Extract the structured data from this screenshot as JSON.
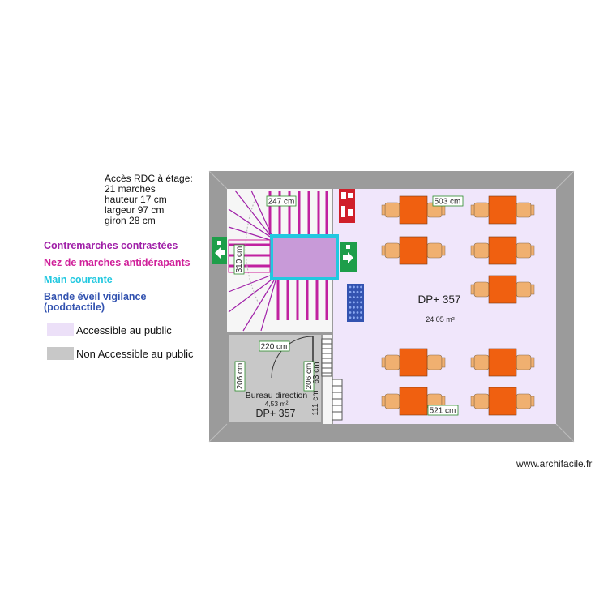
{
  "info": {
    "title": "Accès RDC à étage:",
    "lines": [
      "21 marches",
      "hauteur 17 cm",
      "largeur 97 cm",
      "giron 28 cm"
    ]
  },
  "legend": {
    "items": [
      {
        "label": "Contremarches contrastées",
        "color": "#a020a8"
      },
      {
        "label": "Nez de marches antidérapants",
        "color": "#d0209a"
      },
      {
        "label": "Main courante",
        "color": "#22c8e0"
      },
      {
        "label": "Bande éveil vigilance",
        "label2": "(podotactile)",
        "color": "#3353b0"
      }
    ],
    "accessible": {
      "label": "Accessible au public",
      "color": "#ece0f8"
    },
    "non_accessible": {
      "label": "Non Accessible au public",
      "color": "#c8c8c8"
    }
  },
  "plan": {
    "wall_color": "#9b9b9b",
    "main_room": {
      "name": "DP+ 357",
      "area": "24,05 m²",
      "color": "#f0e6fb"
    },
    "office": {
      "name": "Bureau direction",
      "area": "4,53 m²",
      "code": "DP+ 357",
      "color": "#c8c8c8"
    },
    "dimensions": {
      "stair_top": "247 cm",
      "stair_side": "310 cm",
      "room_top": "503 cm",
      "room_bottom": "521 cm",
      "office_top": "220 cm",
      "office_left": "206 cm",
      "office_right": "206 cm",
      "door_a": "111 cm",
      "door_b": "63 cm"
    },
    "table_color": "#f06010",
    "chair_color": "#f0b070"
  },
  "watermark": "www.archifacile.fr"
}
